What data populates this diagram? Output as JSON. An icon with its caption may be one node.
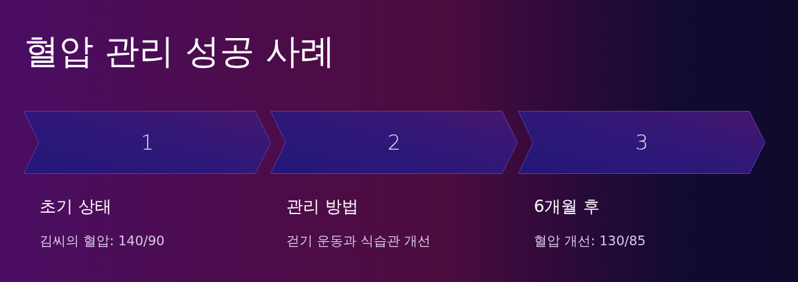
{
  "diagram": {
    "title": "혈압 관리 성공 사례",
    "nodes": [
      {
        "text": [
          "1"
        ],
        "beside": [
          "초기 상태",
          "김씨의 혈압: 140/90"
        ]
      },
      {
        "text": [
          "2"
        ],
        "beside": [
          "관리 방법",
          "걷기 운동과 식습관 개선"
        ]
      },
      {
        "text": [
          "3"
        ],
        "beside": [
          "6개월 후",
          "혈압 개선: 130/85"
        ]
      }
    ]
  }
}
